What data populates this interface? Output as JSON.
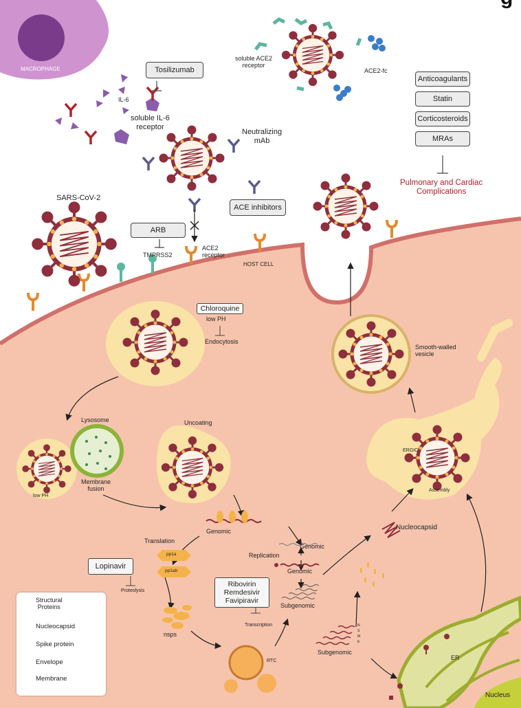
{
  "header": {
    "partial_letter": "g"
  },
  "macrophage": {
    "label": "MACROPHAGE"
  },
  "cytokines": {
    "il6": "IL-6",
    "soluble_il6_receptor": "soluble IL-6\nreceptor"
  },
  "drugs": {
    "tocilizumab": "Tosilizumab",
    "arb": "ARB",
    "ace_inhibitors": "ACE inhibitors",
    "chloroquine": "Chloroquine",
    "lopinavir": "Lopinavir",
    "ribovirin": "Ribovirin",
    "remdesivir": "Remdesivir",
    "favipiravir": "Favipiravir",
    "complication_drugs": [
      "Anticoagulants",
      "Statin",
      "Corticosteroids",
      "MRAs"
    ]
  },
  "labels": {
    "soluble_ace2": "soluble ACE2\nreceptor",
    "ace2_fc": "ACE2-fc",
    "neutralizing_mab": "Neutralizing\nmAb",
    "sars_cov_2": "SARS-CoV-2",
    "tmprss2": "TMPRSS2",
    "ace2_receptor": "ACE2\nreceptor",
    "host_cell": "HOST CELL",
    "low_ph_1": "low PH",
    "endocytosis": "Endocytosis",
    "complications": "Pulmonary and Cardiac\nComplications",
    "lysosome": "Lysosome",
    "low_ph_2": "low PH",
    "membrane_fusion": "Membrane\nfusion",
    "uncoating": "Uncoating",
    "smooth_walled_vesicle": "Smooth-walled\nvesicle",
    "ergic": "ERGIC",
    "assembly": "Assembly",
    "genomic_1": "Genomic",
    "translation": "Translation",
    "pp1a": "pp1a",
    "pp1ab": "pp1ab",
    "proteolysis": "Proteolysis",
    "nsps": "nsps",
    "rtc": "RTC",
    "replication": "Replication",
    "genomic_2": "Genomic",
    "genomic_3": "Genomic",
    "subgenomic_1": "Subgenomic",
    "transcription": "Transcription",
    "subgenomic_2": "Subgenomic",
    "nucleocapsid": "Nucleocapsid",
    "er": "ER",
    "nucleus": "Nucleus",
    "sgmrna_letters": [
      "N",
      "S",
      "M",
      "E"
    ]
  },
  "legend": {
    "title": "Structural\nProteins",
    "items": [
      "Nucleocapsid",
      "Spike protein",
      "Envelope",
      "Membrane"
    ]
  },
  "colors": {
    "cell_fill": "#f6c4ad",
    "membrane": "#d1706a",
    "virus": "#8f2e3c",
    "vesicle": "#f9e3a6",
    "ace2": "#e38a2e",
    "tmprss2": "#5eb5a0",
    "macrophage": "#cf93d0",
    "er": "#c9d43e",
    "red_text": "#b0212a"
  }
}
